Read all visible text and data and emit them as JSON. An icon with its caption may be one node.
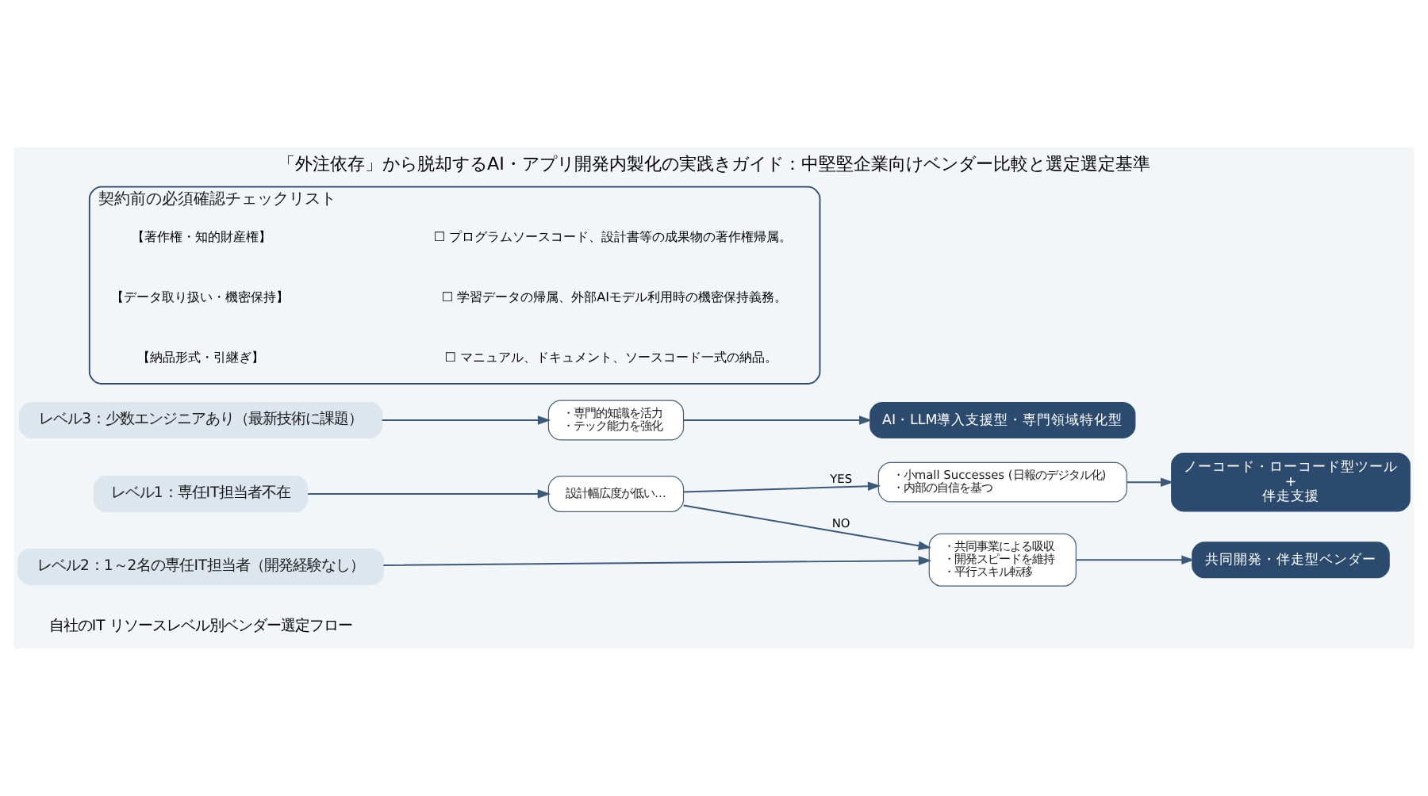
{
  "diagram": {
    "title": "「外注依存」から脱却するAI・アプリ開発内製化の実践きガイド：中堅堅企業向けベンダー比較と選定選定基準",
    "nodes": [
      {
        "text": [
          "レベル1：専任IT担当者不在"
        ]
      },
      {
        "text": [
          "設計幅広度が低い…"
        ]
      },
      {
        "text": [
          "・小mall Successes (日報のデジタル化)",
          "・内部の自信を基つ"
        ]
      },
      {
        "text": [
          "ノーコード・ローコード型ツール",
          "+",
          "伴走支援"
        ]
      },
      {
        "text": [
          "レベル2：1～2名の専任IT担当者（開発経験なし）"
        ]
      },
      {
        "text": [
          "・共同事業による吸収",
          "・開発スピードを維持",
          "・平行スキル転移"
        ]
      },
      {
        "text": [
          "共同開発・伴走型ベンダー"
        ]
      },
      {
        "text": [
          "レベル3：少数エンジニアあり（最新技術に課題）"
        ]
      },
      {
        "text": [
          "・専門的知識を活力",
          "・テック能力を強化"
        ]
      },
      {
        "text": [
          "AI・LLM導入支援型・専門領域特化型"
        ]
      },
      {
        "text": [
          "契約前の必須確認チェックリスト"
        ]
      }
    ],
    "edges": [
      {
        "from": 0,
        "to": 1,
        "arrow": "to"
      },
      {
        "from": 1,
        "to": 2,
        "label": "YES",
        "arrow": "to"
      },
      {
        "from": 1,
        "to": 5,
        "label": "NO",
        "arrow": "to"
      },
      {
        "from": 2,
        "to": 3,
        "arrow": "to"
      },
      {
        "from": 4,
        "to": 5,
        "arrow": "to"
      },
      {
        "from": 5,
        "to": 6,
        "arrow": "to"
      },
      {
        "from": 7,
        "to": 8,
        "arrow": "to"
      },
      {
        "from": 8,
        "to": 9,
        "arrow": "to"
      }
    ],
    "labels": [
      "自社のIT リソースレベル別ベンダー選定フロー",
      "【著作権・知的財産権】",
      "☐ プログラムソースコード、設計書等の成果物の著作権帰属。",
      "【データ取り扱い・機密保持】",
      "☐ 学習データの帰属、外部AIモデル利用時の機密保持義務。",
      "【納品形式・引継ぎ】",
      "☐ マニュアル、ドキュメント、ソースコード一式の納品。"
    ]
  }
}
